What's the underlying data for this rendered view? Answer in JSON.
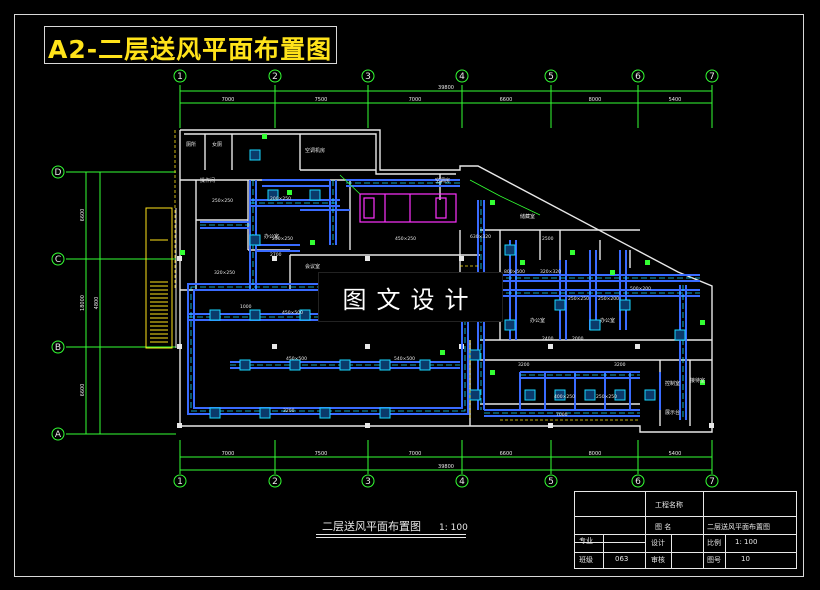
{
  "sheet_title": "A2-二层送风平面布置图",
  "watermark": "图文设计",
  "caption": {
    "text": "二层送风平面布置图",
    "scale": "1: 100"
  },
  "axis_labels_top": [
    "1",
    "2",
    "3",
    "4",
    "5",
    "6",
    "7"
  ],
  "axis_labels_left": [
    "D",
    "C",
    "B",
    "A"
  ],
  "dims_top": [
    "7000",
    "7500",
    "7000",
    "6600",
    "8000",
    "5400"
  ],
  "dims_bottom": [
    "7000",
    "7500",
    "7000",
    "6600",
    "8000",
    "5400"
  ],
  "total_dim": "39800",
  "left_dims": [
    "6600",
    "4800",
    "18000",
    "6600"
  ],
  "room_labels": [
    "厕所",
    "女厕",
    "空调机房",
    "空调房",
    "办公室",
    "操作间",
    "会议室",
    "储藏室",
    "办公室",
    "办公室",
    "控制室",
    "接待室",
    "展示台"
  ],
  "duct_sizes": [
    "250×250",
    "200×250",
    "2700",
    "450×500",
    "320×250",
    "1000",
    "250×250",
    "1000",
    "450×500",
    "540×500",
    "3200",
    "2500",
    "2400",
    "3200",
    "630×320",
    "800×500",
    "320×320",
    "250×250",
    "250×200",
    "500×200",
    "400×250",
    "2000",
    "7000",
    "3200",
    "250×250",
    "450×250"
  ],
  "title_block": {
    "project": "工程名称",
    "drawing_name_label": "图  名",
    "drawing_name": "二层送风平面布置图",
    "major": "专业",
    "design": "设计",
    "scale_label": "比例",
    "scale": "1: 100",
    "class": "班级",
    "class_no": "063",
    "review": "审核",
    "sheet_no_label": "图号",
    "sheet_no": "10"
  },
  "colors": {
    "yellow": "#ffe31a",
    "green": "#33ff33",
    "cyan": "#19d6ff",
    "magenta": "#ff33ff",
    "blue": "#3a6bff",
    "white": "#e8e8e8"
  }
}
